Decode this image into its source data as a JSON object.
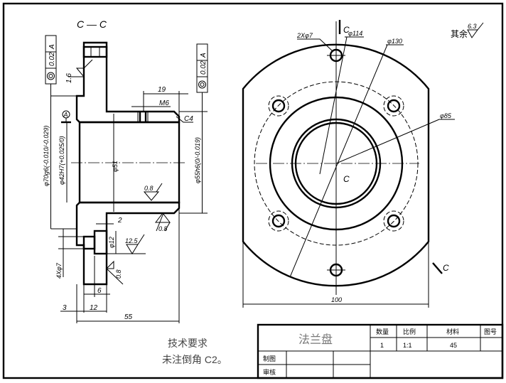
{
  "section_label": "C — C",
  "left_view": {
    "tolerance_frame_left": {
      "value": "0.02",
      "datum": "A"
    },
    "tolerance_frame_right": {
      "value": "0.02",
      "datum": "A"
    },
    "datum_label": "A",
    "roughness_16": "1.6",
    "dim_19": "19",
    "dim_m6": "M6",
    "chamfer_c4": "C4",
    "dim_d70": "φ70g6(-0.010/-0.029)",
    "dim_d42": "φ42H7(+0.025/0)",
    "dim_d51": "φ51",
    "dim_d55": "φ55h6(0/-0.019)",
    "roughness_08_bore": "0.8",
    "roughness_08_hub": "0.8",
    "dim_2": "2",
    "dim_d12": "φ12",
    "roughness_125": "12.5",
    "roughness_08_face": "0.8",
    "dim_4xd7": "4Xφ7",
    "dim_6": "6",
    "dim_3": "3",
    "dim_12": "12",
    "dim_55": "55"
  },
  "right_view": {
    "section_mark_top": "C",
    "section_mark_bottom": "C",
    "center_mark": "C",
    "dim_2xd7": "2Xφ7",
    "dim_d114": "φ114",
    "dim_d130": "φ130",
    "dim_d85": "φ85",
    "dim_100": "100",
    "roughness_other_label": "其余",
    "roughness_other_value": "6.3"
  },
  "tech_requirements": {
    "title": "技术要求",
    "line1": "未注倒角 C2。"
  },
  "title_block": {
    "part_name": "法兰盘",
    "headers": [
      "数量",
      "比例",
      "材料",
      "图号"
    ],
    "values": [
      "1",
      "1:1",
      "45",
      ""
    ],
    "drawn_by_label": "制图",
    "checked_by_label": "审核"
  }
}
